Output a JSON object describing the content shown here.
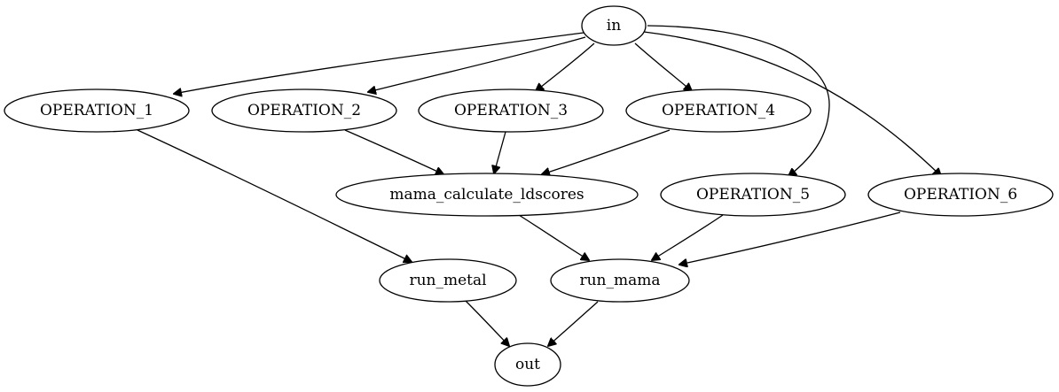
{
  "diagram": {
    "type": "directed-graph",
    "nodes": [
      {
        "id": "in",
        "label": "in"
      },
      {
        "id": "op1",
        "label": "OPERATION_1"
      },
      {
        "id": "op2",
        "label": "OPERATION_2"
      },
      {
        "id": "op3",
        "label": "OPERATION_3"
      },
      {
        "id": "op4",
        "label": "OPERATION_4"
      },
      {
        "id": "ldscores",
        "label": "mama_calculate_ldscores"
      },
      {
        "id": "op5",
        "label": "OPERATION_5"
      },
      {
        "id": "op6",
        "label": "OPERATION_6"
      },
      {
        "id": "metal",
        "label": "run_metal"
      },
      {
        "id": "mama",
        "label": "run_mama"
      },
      {
        "id": "out",
        "label": "out"
      }
    ],
    "edges": [
      {
        "from": "in",
        "to": "op1"
      },
      {
        "from": "in",
        "to": "op2"
      },
      {
        "from": "in",
        "to": "op3"
      },
      {
        "from": "in",
        "to": "op4"
      },
      {
        "from": "in",
        "to": "op5"
      },
      {
        "from": "in",
        "to": "op6"
      },
      {
        "from": "op1",
        "to": "metal"
      },
      {
        "from": "op2",
        "to": "ldscores"
      },
      {
        "from": "op3",
        "to": "ldscores"
      },
      {
        "from": "op4",
        "to": "ldscores"
      },
      {
        "from": "ldscores",
        "to": "mama"
      },
      {
        "from": "op5",
        "to": "mama"
      },
      {
        "from": "op6",
        "to": "mama"
      },
      {
        "from": "metal",
        "to": "out"
      },
      {
        "from": "mama",
        "to": "out"
      }
    ]
  }
}
